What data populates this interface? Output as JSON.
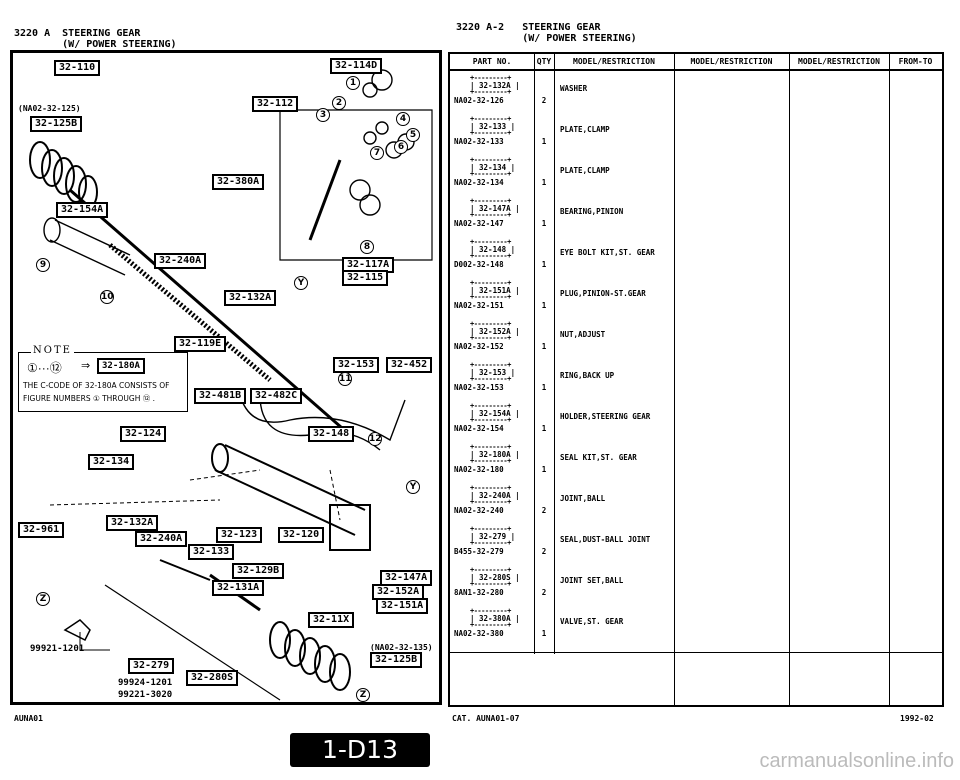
{
  "header": {
    "left_line1": "3220 A  STEERING GEAR",
    "left_line2": "        (W/ POWER STEERING)",
    "right_line1": "3220 A-2   STEERING GEAR",
    "right_line2": "           (W/ POWER STEERING)"
  },
  "diagram": {
    "parts": [
      {
        "id": "p1",
        "label": "32-110"
      },
      {
        "id": "p2",
        "label": "32-125B"
      },
      {
        "id": "p3",
        "label": "32-114D"
      },
      {
        "id": "p4",
        "label": "32-112"
      },
      {
        "id": "p5",
        "label": "32-380A"
      },
      {
        "id": "p6",
        "label": "32-154A"
      },
      {
        "id": "p7",
        "label": "32-240A"
      },
      {
        "id": "p8",
        "label": "32-117A"
      },
      {
        "id": "p9",
        "label": "32-115"
      },
      {
        "id": "p10",
        "label": "32-132A"
      },
      {
        "id": "p11",
        "label": "32-119E"
      },
      {
        "id": "p12",
        "label": "32-153"
      },
      {
        "id": "p13",
        "label": "32-452"
      },
      {
        "id": "p14",
        "label": "32-481B"
      },
      {
        "id": "p15",
        "label": "32-482C"
      },
      {
        "id": "p16",
        "label": "32-148"
      },
      {
        "id": "p17",
        "label": "32-124"
      },
      {
        "id": "p18",
        "label": "32-134"
      },
      {
        "id": "p19",
        "label": "32-961"
      },
      {
        "id": "p20",
        "label": "32-132A"
      },
      {
        "id": "p21",
        "label": "32-240A"
      },
      {
        "id": "p22",
        "label": "32-123"
      },
      {
        "id": "p23",
        "label": "32-120"
      },
      {
        "id": "p24",
        "label": "32-133"
      },
      {
        "id": "p25",
        "label": "32-129B"
      },
      {
        "id": "p26",
        "label": "32-131A"
      },
      {
        "id": "p27",
        "label": "32-147A"
      },
      {
        "id": "p28",
        "label": "32-152A"
      },
      {
        "id": "p29",
        "label": "32-151A"
      },
      {
        "id": "p30",
        "label": "32-11X"
      },
      {
        "id": "p31",
        "label": "32-125B"
      },
      {
        "id": "p32",
        "label": "32-279"
      },
      {
        "id": "p33",
        "label": "32-280S"
      }
    ],
    "callout_top": "(NA02-32-125)",
    "callout_bottom": "(NA02-32-135)",
    "tool1": "99921-1201",
    "tool2": "99924-1201",
    "tool3": "99221-3020",
    "numbers": [
      "1",
      "2",
      "3",
      "4",
      "5",
      "6",
      "7",
      "8",
      "9",
      "10",
      "11",
      "12",
      "Y",
      "Z"
    ],
    "note": {
      "title": "NOTE",
      "line1_a": "①···⑫",
      "line1_b": "32-180A",
      "line2": "THE C-CODE OF 32-180A CONSISTS OF",
      "line3": "FIGURE NUMBERS ① THROUGH ⑫ ."
    }
  },
  "table": {
    "columns": [
      "PART NO.",
      "QTY",
      "MODEL/RESTRICTION",
      "MODEL/RESTRICTION",
      "MODEL/RESTRICTION",
      "FROM-TO"
    ],
    "rows": [
      {
        "code": "32-132A",
        "part_no": "NA02-32-126",
        "qty": "2",
        "desc": "WASHER"
      },
      {
        "code": "32-133",
        "part_no": "NA02-32-133",
        "qty": "1",
        "desc": "PLATE,CLAMP"
      },
      {
        "code": "32-134",
        "part_no": "NA02-32-134",
        "qty": "1",
        "desc": "PLATE,CLAMP"
      },
      {
        "code": "32-147A",
        "part_no": "NA02-32-147",
        "qty": "1",
        "desc": "BEARING,PINION"
      },
      {
        "code": "32-148",
        "part_no": "D002-32-148",
        "qty": "1",
        "desc": "EYE BOLT KIT,ST. GEAR"
      },
      {
        "code": "32-151A",
        "part_no": "NA02-32-151",
        "qty": "1",
        "desc": "PLUG,PINION-ST.GEAR"
      },
      {
        "code": "32-152A",
        "part_no": "NA02-32-152",
        "qty": "1",
        "desc": "NUT,ADJUST"
      },
      {
        "code": "32-153",
        "part_no": "NA02-32-153",
        "qty": "1",
        "desc": "RING,BACK UP"
      },
      {
        "code": "32-154A",
        "part_no": "NA02-32-154",
        "qty": "1",
        "desc": "HOLDER,STEERING GEAR"
      },
      {
        "code": "32-180A",
        "part_no": "NA02-32-180",
        "qty": "1",
        "desc": "SEAL KIT,ST. GEAR"
      },
      {
        "code": "32-240A",
        "part_no": "NA02-32-240",
        "qty": "2",
        "desc": "JOINT,BALL"
      },
      {
        "code": "32-279",
        "part_no": "B455-32-279",
        "qty": "2",
        "desc": "SEAL,DUST-BALL JOINT"
      },
      {
        "code": "32-280S",
        "part_no": "8AN1-32-280",
        "qty": "2",
        "desc": "JOINT SET,BALL"
      },
      {
        "code": "32-380A",
        "part_no": "NA02-32-380",
        "qty": "1",
        "desc": "VALVE,ST. GEAR"
      }
    ]
  },
  "footer": {
    "left": "AUNA01",
    "center": "CAT. AUNA01-07",
    "right": "1992-02"
  },
  "page_tag": "1-D13",
  "watermark": "carmanualsonline.info"
}
